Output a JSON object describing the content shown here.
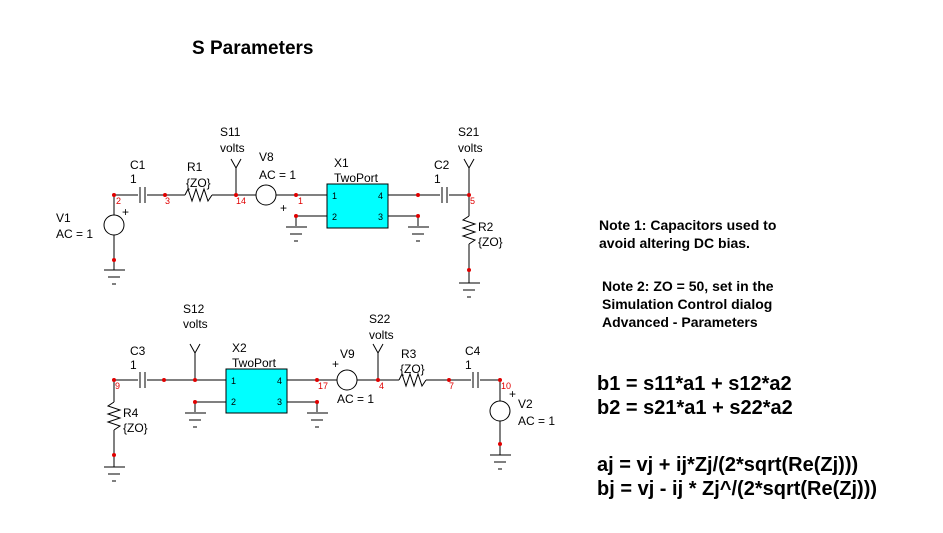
{
  "title": "S Parameters",
  "colors": {
    "twoport_fill": "#00ffff",
    "node_marker": "#e00000",
    "wire": "#000000"
  },
  "notes": [
    {
      "lines": [
        "Note 1: Capacitors used to",
        "avoid altering DC bias."
      ]
    },
    {
      "lines": [
        "Note 2: ZO = 50, set in the",
        "Simulation Control dialog",
        "Advanced - Parameters"
      ]
    }
  ],
  "equations": {
    "b1": "b1 = s11*a1 + s12*a2",
    "b2": "b2 = s21*a1 + s22*a2",
    "aj": "aj = vj + ij*Zj/(2*sqrt(Re(Zj)))",
    "bj": "bj = vj - ij * Zj^/(2*sqrt(Re(Zj)))"
  },
  "top_circuit": {
    "V1": {
      "name": "V1",
      "value": "AC = 1"
    },
    "C1": {
      "name": "C1",
      "value": "1"
    },
    "R1": {
      "name": "R1",
      "value": "{ZO}"
    },
    "S11": {
      "name": "S11",
      "unit": "volts"
    },
    "V8": {
      "name": "V8",
      "value": "AC = 1"
    },
    "X1": {
      "name": "X1",
      "model": "TwoPort",
      "pins": [
        "1",
        "2",
        "3",
        "4"
      ]
    },
    "C2": {
      "name": "C2",
      "value": "1"
    },
    "S21": {
      "name": "S21",
      "unit": "volts"
    },
    "R2": {
      "name": "R2",
      "value": "{ZO}"
    },
    "nodes": [
      "2",
      "3",
      "14",
      "1",
      "5"
    ]
  },
  "bottom_circuit": {
    "C3": {
      "name": "C3",
      "value": "1"
    },
    "R4": {
      "name": "R4",
      "value": "{ZO}"
    },
    "S12": {
      "name": "S12",
      "unit": "volts"
    },
    "X2": {
      "name": "X2",
      "model": "TwoPort",
      "pins": [
        "1",
        "2",
        "3",
        "4"
      ]
    },
    "V9": {
      "name": "V9",
      "value": "AC = 1"
    },
    "S22": {
      "name": "S22",
      "unit": "volts"
    },
    "R3": {
      "name": "R3",
      "value": "{ZO}"
    },
    "C4": {
      "name": "C4",
      "value": "1"
    },
    "V2": {
      "name": "V2",
      "value": "AC = 1"
    },
    "nodes": [
      "9",
      "17",
      "4",
      "7",
      "10"
    ]
  },
  "plus_sign": "+"
}
